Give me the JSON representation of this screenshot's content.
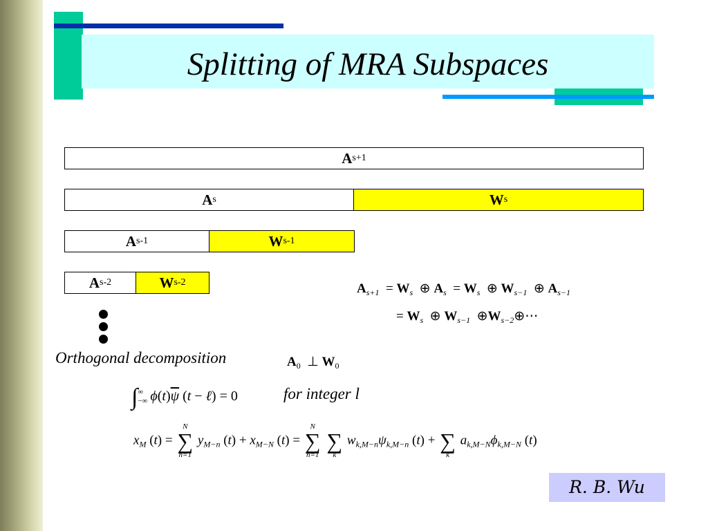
{
  "title": "Splitting of MRA Subspaces",
  "rows": [
    [
      {
        "base": "A",
        "sub": "s+1",
        "color": "white"
      }
    ],
    [
      {
        "base": "A",
        "sub": "s",
        "color": "white"
      },
      {
        "base": "W",
        "sub": "s",
        "color": "yellow"
      }
    ],
    [
      {
        "base": "A",
        "sub": "s-1",
        "color": "white"
      },
      {
        "base": "W",
        "sub": "s-1",
        "color": "yellow"
      }
    ],
    [
      {
        "base": "A",
        "sub": "s-2",
        "color": "white"
      },
      {
        "base": "W",
        "sub": "s-2",
        "color": "yellow"
      }
    ]
  ],
  "labels": {
    "orthogonal": "Orthogonal decomposition",
    "integer": "for integer l"
  },
  "author": "R. B. Wu",
  "colors": {
    "title_bg": "#ccffff",
    "subspace_yellow": "#ffff00",
    "accent_green": "#00cc99",
    "accent_navy": "#002fa7",
    "accent_blue": "#0099ff",
    "author_bg": "#ccccff"
  }
}
